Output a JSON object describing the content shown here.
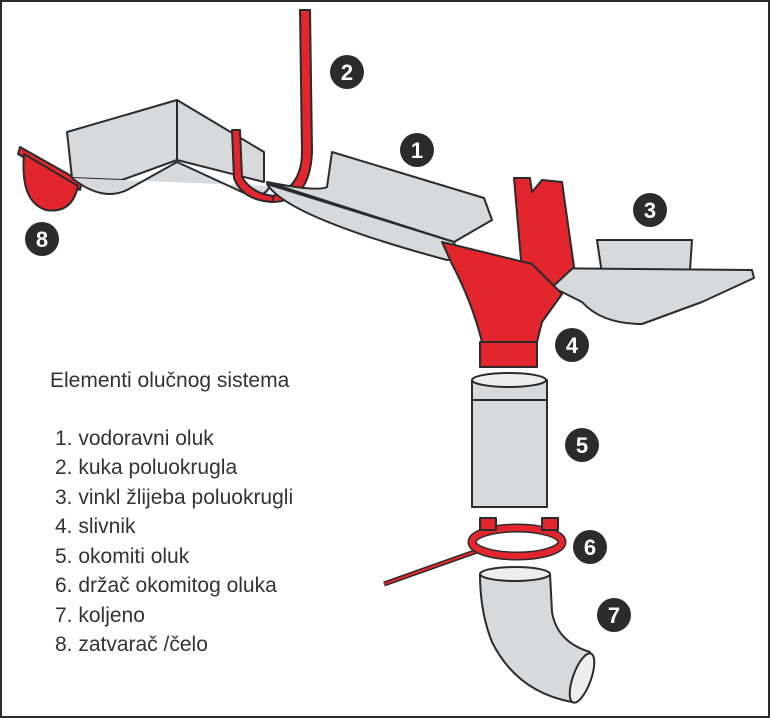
{
  "legend": {
    "title": "Elementi olučnog sistema",
    "items": [
      "1. vodoravni oluk",
      "2. kuka poluokrugla",
      "3. vinkl žlijeba poluokrugli",
      "4. slivnik",
      "5. okomiti oluk",
      "6. držač okomitog oluka",
      "7. koljeno",
      "8. zatvarač /čelo"
    ]
  },
  "callouts": [
    "1",
    "2",
    "3",
    "4",
    "5",
    "6",
    "7",
    "8"
  ],
  "colors": {
    "red": "#e3262e",
    "metal": "#d8d9db",
    "outline": "#2b2b2b",
    "badge": "#2b2b2b"
  }
}
